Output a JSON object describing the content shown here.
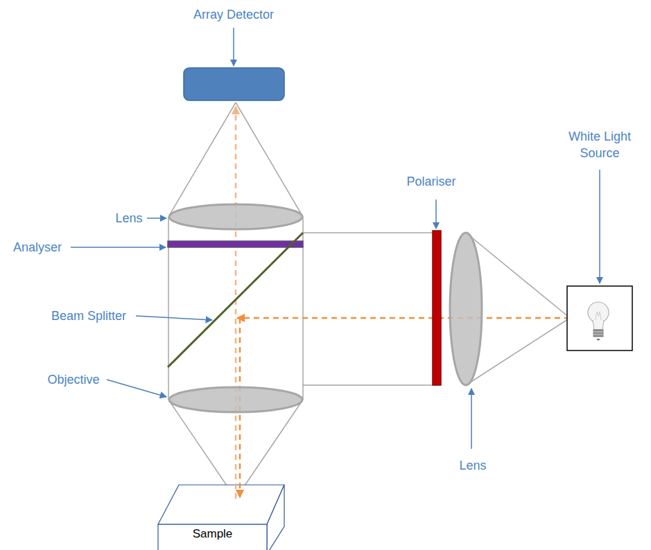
{
  "diagram": {
    "nodes": [
      {
        "text": [
          "Sample"
        ]
      }
    ],
    "labels": [
      "Array Detector",
      "White Light Source",
      "Polariser",
      "Lens",
      "Analyser",
      "Beam Splitter",
      "Objective",
      "Lens"
    ]
  }
}
